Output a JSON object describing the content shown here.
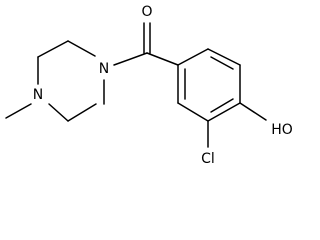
{
  "molecule": {
    "atoms": {
      "oxygen_carbonyl": "O",
      "nitrogen_amide": "N",
      "nitrogen_methyl": "N",
      "chlorine": "Cl",
      "hydroxyl": "HO"
    }
  }
}
